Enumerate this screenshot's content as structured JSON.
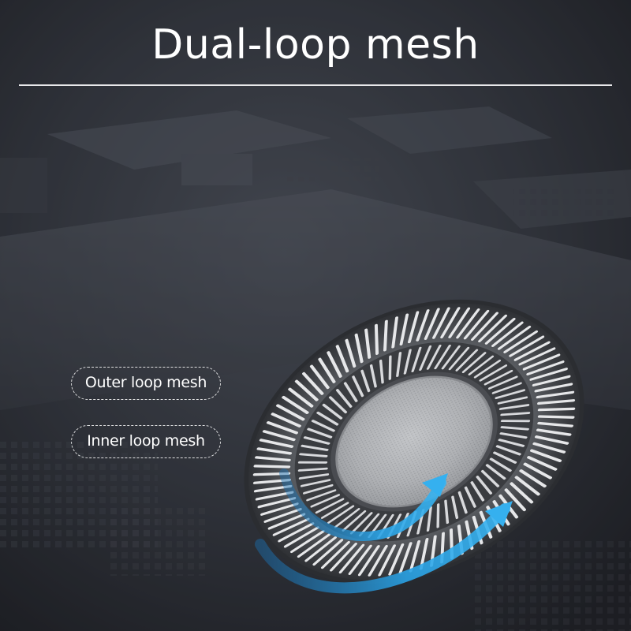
{
  "title": "Dual-loop mesh",
  "labels": {
    "outer": "Outer loop mesh",
    "inner": "Inner loop mesh"
  },
  "colors": {
    "background": "#2a2d33",
    "text": "#ffffff",
    "arrow": "#2a9fe0",
    "metal": "#c9cbcf"
  }
}
